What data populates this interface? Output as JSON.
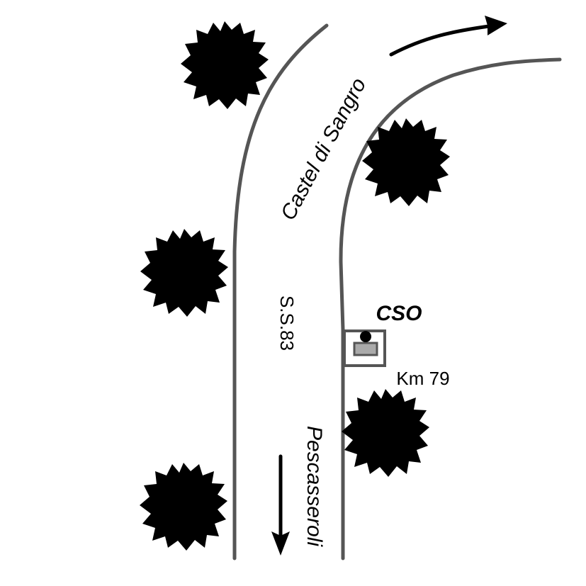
{
  "labels": {
    "north_destination": "Castel di Sangro",
    "road_code": "S.S.83",
    "south_destination": "Pescasseroli",
    "station": "CSO",
    "kilometre": "Km 79"
  },
  "colors": {
    "road": "#555555",
    "tree": "#3d3d3d",
    "station_box": "#555555",
    "station_sensor": "#aaaaaa",
    "arrow": "#000000"
  },
  "icons": {
    "tree": "tree-icon",
    "station": "station-icon",
    "arrow": "direction-arrow-icon"
  }
}
